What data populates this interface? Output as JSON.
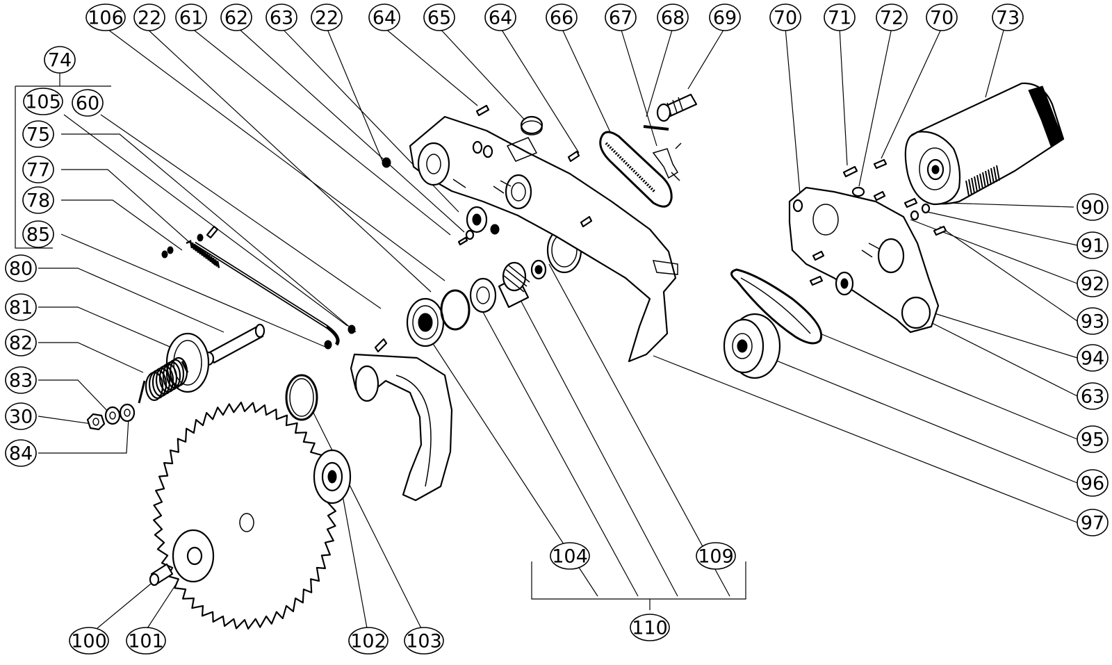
{
  "labels": [
    {
      "id": "l106",
      "text": "106"
    },
    {
      "id": "l22a",
      "text": "22"
    },
    {
      "id": "l61",
      "text": "61"
    },
    {
      "id": "l62",
      "text": "62"
    },
    {
      "id": "l63a",
      "text": "63"
    },
    {
      "id": "l22b",
      "text": "22"
    },
    {
      "id": "l64a",
      "text": "64"
    },
    {
      "id": "l65",
      "text": "65"
    },
    {
      "id": "l64b",
      "text": "64"
    },
    {
      "id": "l66",
      "text": "66"
    },
    {
      "id": "l67",
      "text": "67"
    },
    {
      "id": "l68",
      "text": "68"
    },
    {
      "id": "l69",
      "text": "69"
    },
    {
      "id": "l70a",
      "text": "70"
    },
    {
      "id": "l71",
      "text": "71"
    },
    {
      "id": "l72",
      "text": "72"
    },
    {
      "id": "l70b",
      "text": "70"
    },
    {
      "id": "l73",
      "text": "73"
    },
    {
      "id": "l74",
      "text": "74"
    },
    {
      "id": "l105",
      "text": "105"
    },
    {
      "id": "l60",
      "text": "60"
    },
    {
      "id": "l75",
      "text": "75"
    },
    {
      "id": "l77",
      "text": "77"
    },
    {
      "id": "l78",
      "text": "78"
    },
    {
      "id": "l85",
      "text": "85"
    },
    {
      "id": "l80",
      "text": "80"
    },
    {
      "id": "l81",
      "text": "81"
    },
    {
      "id": "l82",
      "text": "82"
    },
    {
      "id": "l83",
      "text": "83"
    },
    {
      "id": "l30",
      "text": "30"
    },
    {
      "id": "l84",
      "text": "84"
    },
    {
      "id": "l90",
      "text": "90"
    },
    {
      "id": "l91",
      "text": "91"
    },
    {
      "id": "l92",
      "text": "92"
    },
    {
      "id": "l93",
      "text": "93"
    },
    {
      "id": "l94",
      "text": "94"
    },
    {
      "id": "l63b",
      "text": "63"
    },
    {
      "id": "l95",
      "text": "95"
    },
    {
      "id": "l96",
      "text": "96"
    },
    {
      "id": "l97",
      "text": "97"
    },
    {
      "id": "l104",
      "text": "104"
    },
    {
      "id": "l109",
      "text": "109"
    },
    {
      "id": "l110",
      "text": "110"
    },
    {
      "id": "l100",
      "text": "100"
    },
    {
      "id": "l101",
      "text": "101"
    },
    {
      "id": "l102",
      "text": "102"
    },
    {
      "id": "l103",
      "text": "103"
    }
  ]
}
